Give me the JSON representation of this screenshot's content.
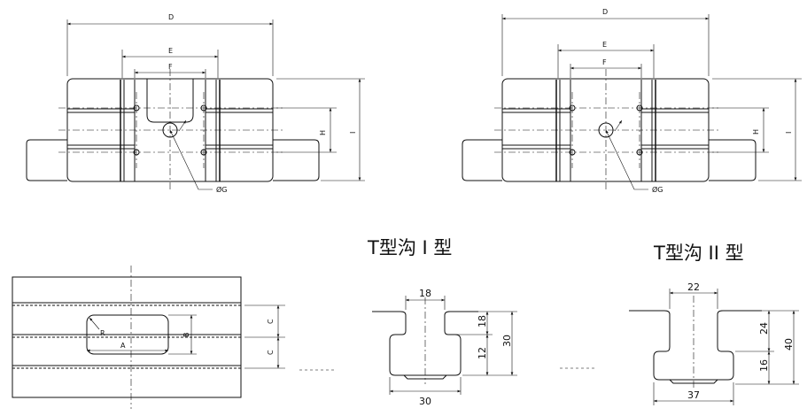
{
  "view_top_left": {
    "D": "D",
    "E": "E",
    "F": "F",
    "H": "H",
    "I": "I",
    "G": "ØG"
  },
  "view_top_right": {
    "D": "D",
    "E": "E",
    "F": "F",
    "H": "H",
    "I": "I",
    "G": "ØG"
  },
  "view_bottom_left": {
    "R": "R",
    "A": "A",
    "B": "B",
    "C1": "C",
    "C2": "C"
  },
  "slot_type_1": {
    "title": "T型沟 I 型",
    "top": "18",
    "upper": "18",
    "total": "30",
    "lower": "12",
    "bottom": "30"
  },
  "slot_type_2": {
    "title": "T型沟 II 型",
    "top": "22",
    "upper": "24",
    "total": "40",
    "lower": "16",
    "bottom": "37"
  }
}
